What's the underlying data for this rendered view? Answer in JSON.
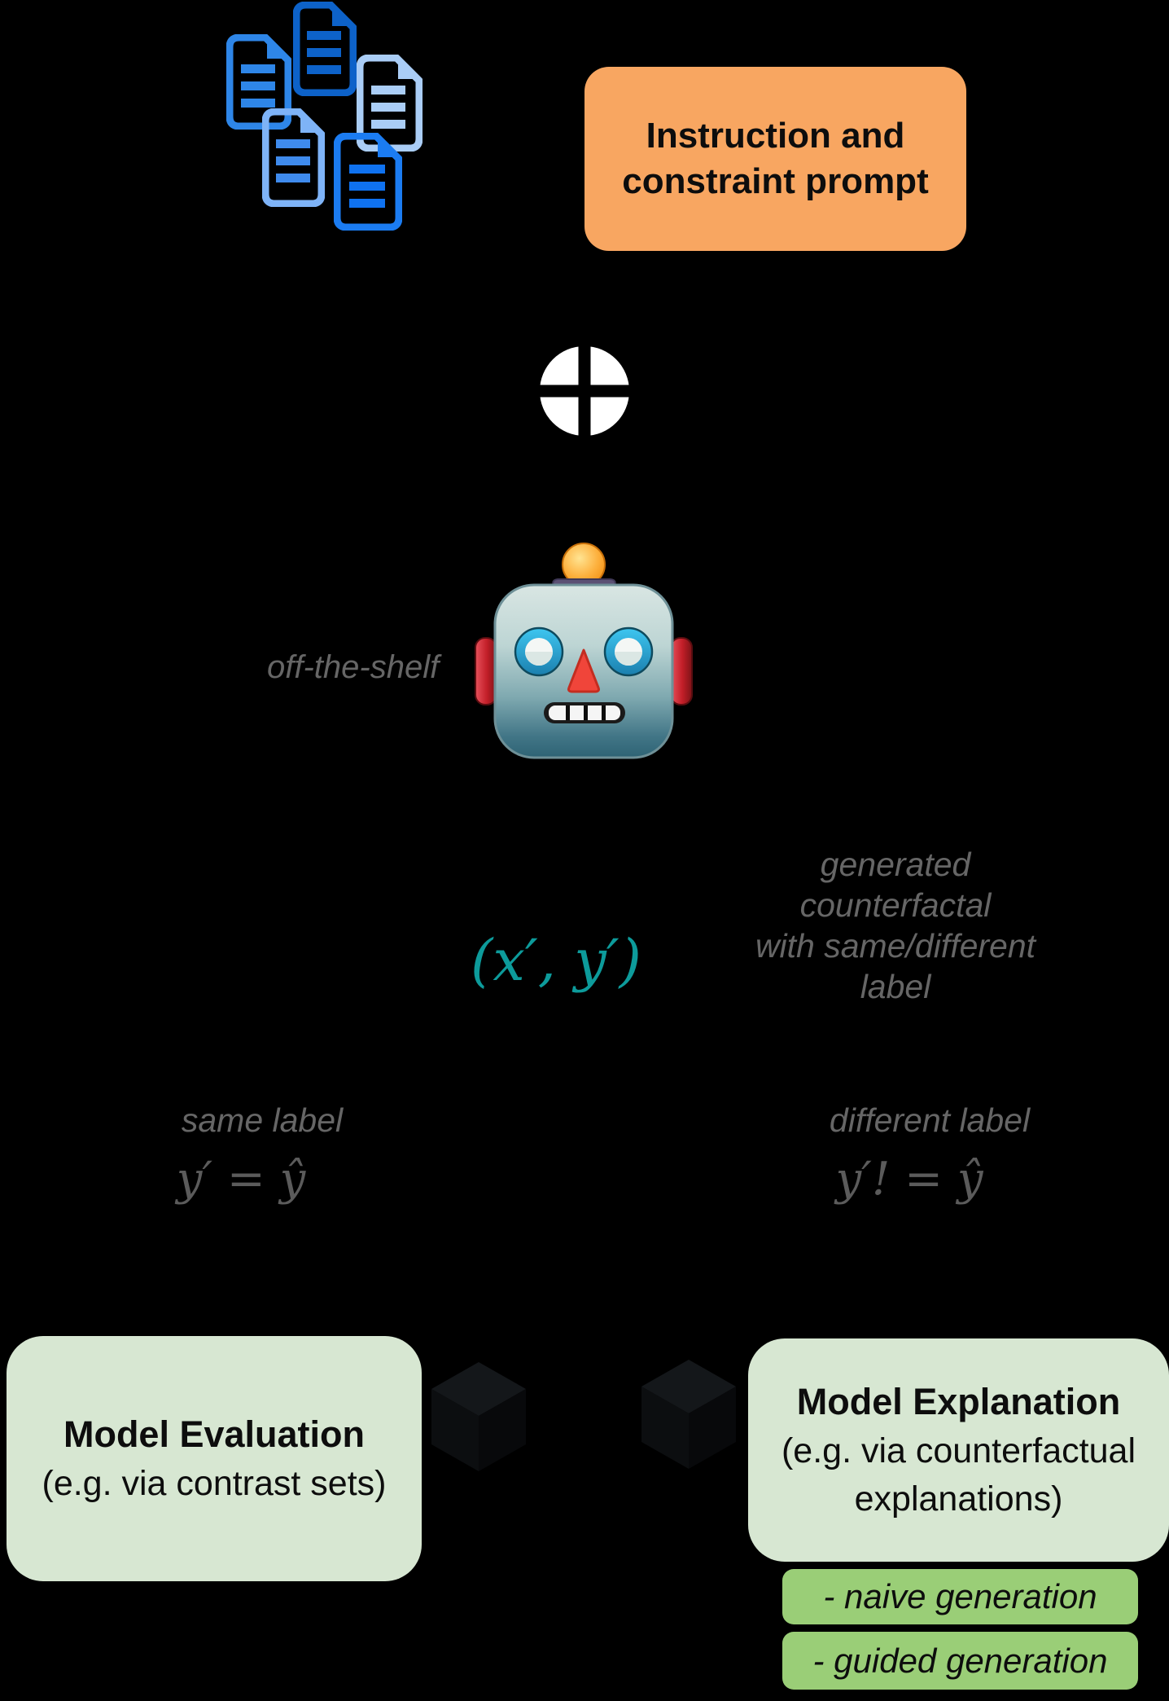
{
  "instruction_box": {
    "line1": "Instruction and",
    "line2": "constraint prompt"
  },
  "model_label": "off-the-shelf",
  "output_pair": "(x′, y′)",
  "generated_note": {
    "line1": "generated",
    "line2": "counterfactal",
    "line3": "with same/different",
    "line4": "label"
  },
  "same_branch": {
    "label": "same label",
    "equation": "y′ = ŷ"
  },
  "different_branch": {
    "label": "different label",
    "equation": "y′! = ŷ"
  },
  "evaluation_box": {
    "title": "Model Evaluation",
    "subtitle": "(e.g. via contrast sets)"
  },
  "explanation_box": {
    "title": "Model Explanation",
    "subtitle_line1": "(e.g. via counterfactual",
    "subtitle_line2": "explanations)"
  },
  "generation_methods": [
    {
      "label": "- naive generation"
    },
    {
      "label": "- guided generation"
    }
  ],
  "icons": {
    "documents": "documents-cluster-icon",
    "plus": "plus-circle-icon",
    "robot": "robot-emoji-icon",
    "black_box": "black-cube-icon"
  },
  "colors": {
    "background": "#000000",
    "instruction_box_bg": "#f8a661",
    "light_green_bg": "#d7e7d2",
    "medium_green_bg": "#9ace77",
    "teal_math": "#0d9b9b",
    "gray_text": "#666666",
    "equation_gray": "#5b5b5b",
    "doc_blue_dark": "#0d62c9",
    "doc_blue_medium": "#2e86e8",
    "doc_blue_light": "#aacdf6",
    "doc_blue_soft": "#7eb3f7",
    "doc_blue_bright": "#1b7cf2"
  }
}
